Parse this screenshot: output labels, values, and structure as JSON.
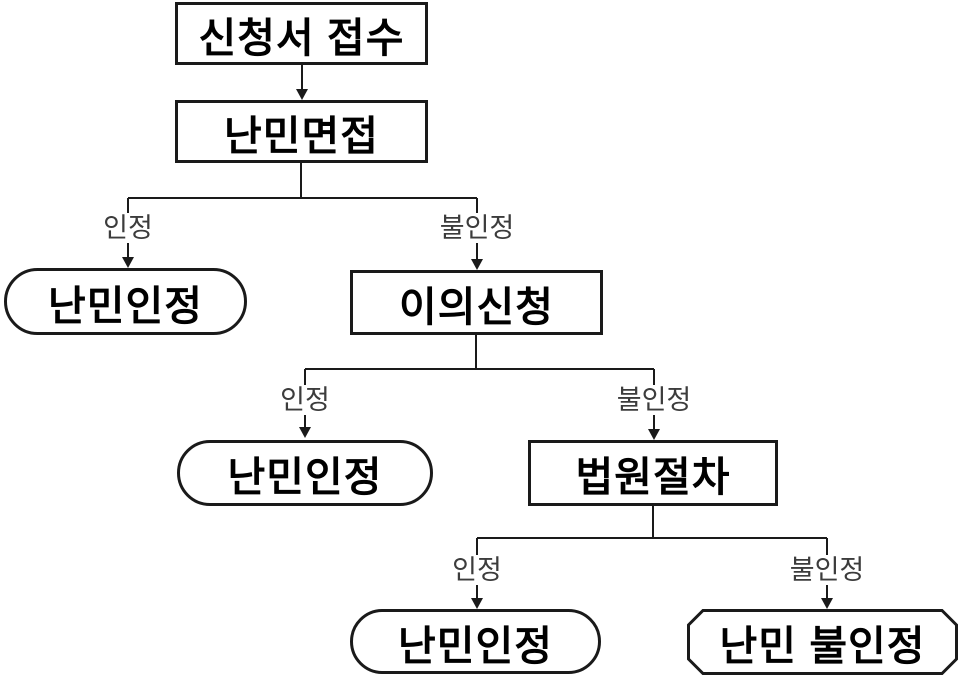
{
  "nodes": [
    {
      "id": "receive-application",
      "label": "신청서 접수",
      "shape": "rect"
    },
    {
      "id": "refugee-interview",
      "label": "난민면접",
      "shape": "rect"
    },
    {
      "id": "refugee-recognized-1",
      "label": "난민인정",
      "shape": "stadium"
    },
    {
      "id": "appeal",
      "label": "이의신청",
      "shape": "rect"
    },
    {
      "id": "refugee-recognized-2",
      "label": "난민인정",
      "shape": "stadium"
    },
    {
      "id": "court-procedure",
      "label": "법원절차",
      "shape": "rect"
    },
    {
      "id": "refugee-recognized-3",
      "label": "난민인정",
      "shape": "stadium"
    },
    {
      "id": "refugee-denied",
      "label": "난민 불인정",
      "shape": "octagon"
    }
  ],
  "edge_labels": [
    {
      "from": "refugee-interview",
      "to": "refugee-recognized-1",
      "text": "인정"
    },
    {
      "from": "refugee-interview",
      "to": "appeal",
      "text": "불인정"
    },
    {
      "from": "appeal",
      "to": "refugee-recognized-2",
      "text": "인정"
    },
    {
      "from": "appeal",
      "to": "court-procedure",
      "text": "불인정"
    },
    {
      "from": "court-procedure",
      "to": "refugee-recognized-3",
      "text": "인정"
    },
    {
      "from": "court-procedure",
      "to": "refugee-denied",
      "text": "불인정"
    }
  ],
  "colors": {
    "background": "#ffffff",
    "line": "#1a1a1a",
    "node_border": "#1a1a1a",
    "node_text": "#000000",
    "edge_label_text": "#3c3c3c"
  }
}
